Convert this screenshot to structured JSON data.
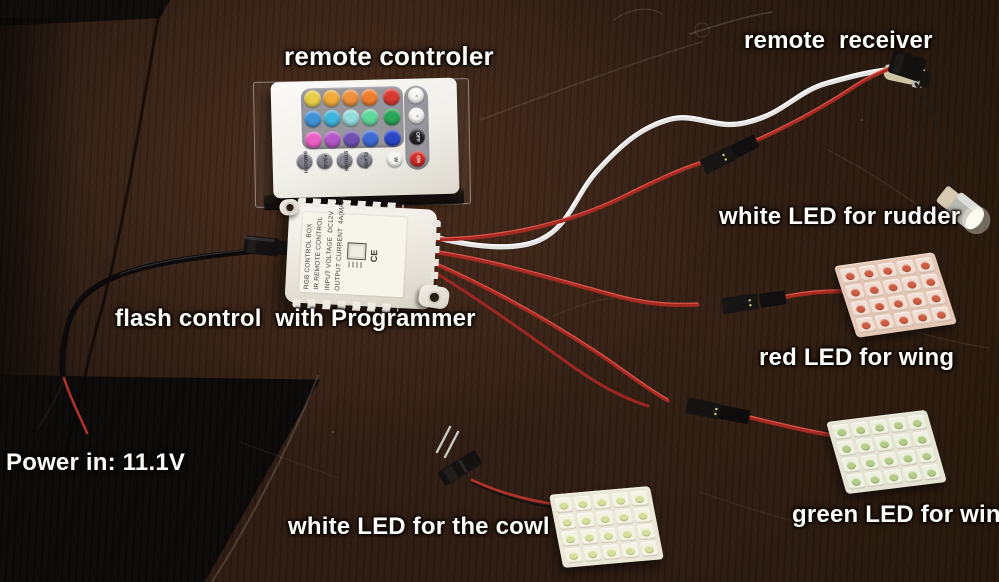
{
  "annotations": {
    "remote_controller": "remote controler",
    "remote_receiver": "remote  receiver",
    "white_led_rudder": "white LED for rudder",
    "flash_control": "flash control  with Programmer",
    "red_led_wing": "red LED for wing",
    "power_in": "Power in: 11.1V",
    "white_led_cowl": "white LED for the cowl",
    "green_led_wing": "green LED for wing"
  },
  "control_box": {
    "sticker_lines": [
      "RGB CONTROL BOX",
      "IR REMOTE CONTROL",
      "INPUT VOLTAGE  DC12V",
      "OUTPUT CURRENT  4A(MAX)"
    ],
    "certification": "CE"
  },
  "remote": {
    "color_keys": [
      [
        "#e8ce49",
        "#f1a93a",
        "#ee8f3c",
        "#ef7f2e",
        "#d63a30"
      ],
      [
        "#3f92d6",
        "#3fb4dc",
        "#96dcdc",
        "#5ed89a",
        "#2aa657"
      ],
      [
        "#ea60c4",
        "#b457c8",
        "#6f50b0",
        "#3e6ad4",
        "#2c46c8"
      ]
    ],
    "function_keys": [
      "SMOOTH",
      "FADE",
      "STROBE",
      "FLASH"
    ],
    "white_key": "W",
    "power_keys": {
      "off": "OFF",
      "on": "ON"
    },
    "brightness_up_icon": "☼",
    "brightness_down_icon": "☼"
  },
  "led_panels": {
    "rows": 4,
    "cols": 5,
    "red": {
      "pcb": "#e3c6b4",
      "cell": "#f1ded2",
      "dot": "#cc5c42"
    },
    "green": {
      "pcb": "#e5e3d3",
      "cell": "#eef0e0",
      "dot": "#b4cc88"
    },
    "cowl": {
      "pcb": "#eae7d8",
      "cell": "#f4f2e2",
      "dot": "#d5e09c"
    }
  },
  "wire_colors": {
    "signal_red": "#a62a22",
    "power_black": "#0c0a0a",
    "receiver_white": "#e6e4e2"
  }
}
